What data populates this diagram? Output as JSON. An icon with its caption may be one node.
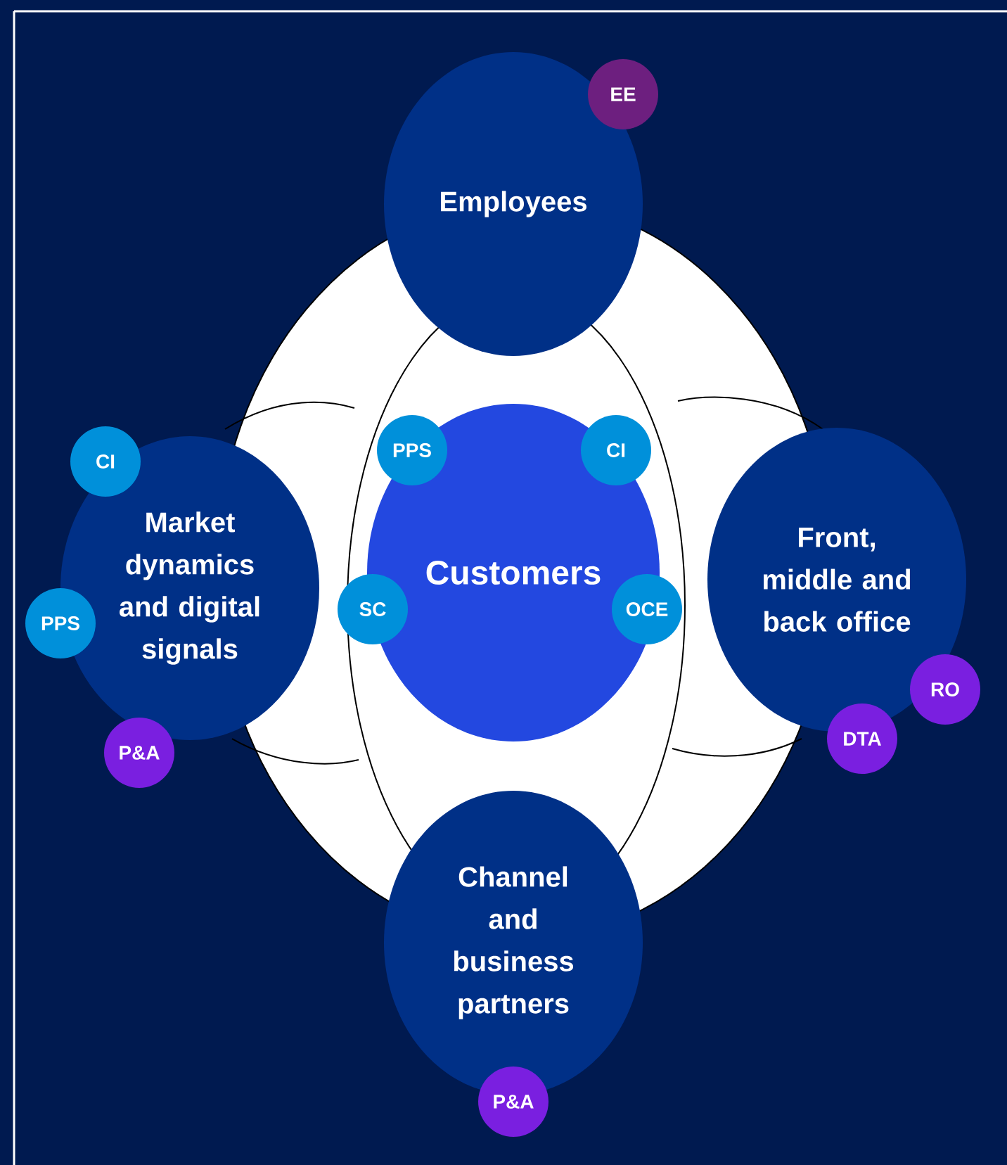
{
  "diagram": {
    "nodes": [
      {
        "text": [
          "Employees"
        ]
      },
      {
        "text": [
          "EE"
        ]
      },
      {
        "text": [
          "CI"
        ]
      },
      {
        "text": [
          "Market dynamics and digital signals"
        ]
      },
      {
        "text": [
          "PPS"
        ]
      },
      {
        "text": [
          "P&A"
        ]
      },
      {
        "text": [
          "PPS"
        ]
      },
      {
        "text": [
          "CI"
        ]
      },
      {
        "text": [
          "Customers"
        ]
      },
      {
        "text": [
          "SC"
        ]
      },
      {
        "text": [
          "OCE"
        ]
      },
      {
        "text": [
          "Front, middle and back office"
        ]
      },
      {
        "text": [
          "RO"
        ]
      },
      {
        "text": [
          "DTA"
        ]
      },
      {
        "text": [
          "Channel and business partners"
        ]
      },
      {
        "text": [
          "P&A"
        ]
      }
    ]
  }
}
